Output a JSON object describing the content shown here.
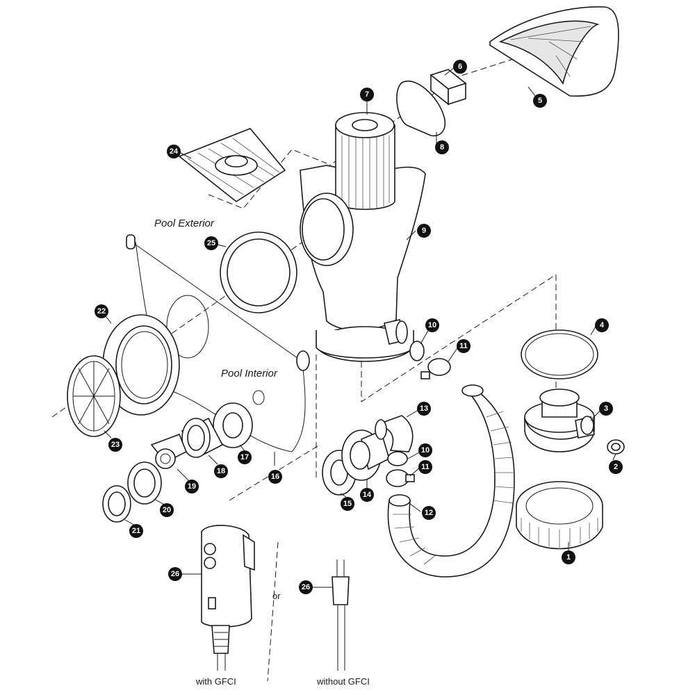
{
  "labels": {
    "pool_exterior": "Pool Exterior",
    "pool_interior": "Pool Interior",
    "or": "or",
    "with_gfci": "with GFCI",
    "without_gfci": "without GFCI"
  },
  "callouts": {
    "c1": "1",
    "c2": "2",
    "c3": "3",
    "c4": "4",
    "c5": "5",
    "c6": "6",
    "c7": "7",
    "c8": "8",
    "c9": "9",
    "c10a": "10",
    "c10b": "10",
    "c11a": "11",
    "c11b": "11",
    "c12": "12",
    "c13": "13",
    "c14": "14",
    "c15": "15",
    "c16": "16",
    "c17": "17",
    "c18": "18",
    "c19": "19",
    "c20": "20",
    "c21": "21",
    "c22": "22",
    "c23": "23",
    "c24": "24",
    "c25": "25",
    "c26a": "26",
    "c26b": "26"
  }
}
